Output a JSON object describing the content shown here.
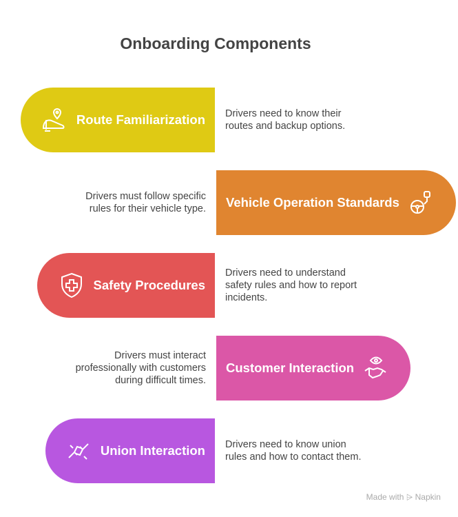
{
  "title": "Onboarding Components",
  "items": [
    {
      "label": "Route Familiarization",
      "desc": "Drivers need to know their routes and backup options.",
      "color": "#DFCA14",
      "icon": "route-train-pin-icon"
    },
    {
      "label": "Vehicle Operation Standards",
      "desc": "Drivers must follow specific rules for their vehicle type.",
      "color": "#E08530",
      "icon": "steering-wheel-icon"
    },
    {
      "label": "Safety Procedures",
      "desc": "Drivers need to understand safety rules and how to report incidents.",
      "color": "#E35555",
      "icon": "shield-cross-icon"
    },
    {
      "label": "Customer Interaction",
      "desc": "Drivers must interact professionally with customers during difficult times.",
      "color": "#DB57A7",
      "icon": "handshake-eye-icon"
    },
    {
      "label": "Union Interaction",
      "desc": "Drivers need to know union rules and how to contact them.",
      "color": "#B857E0",
      "icon": "union-hands-icon"
    }
  ],
  "footer": "Made with ⩥ Napkin"
}
